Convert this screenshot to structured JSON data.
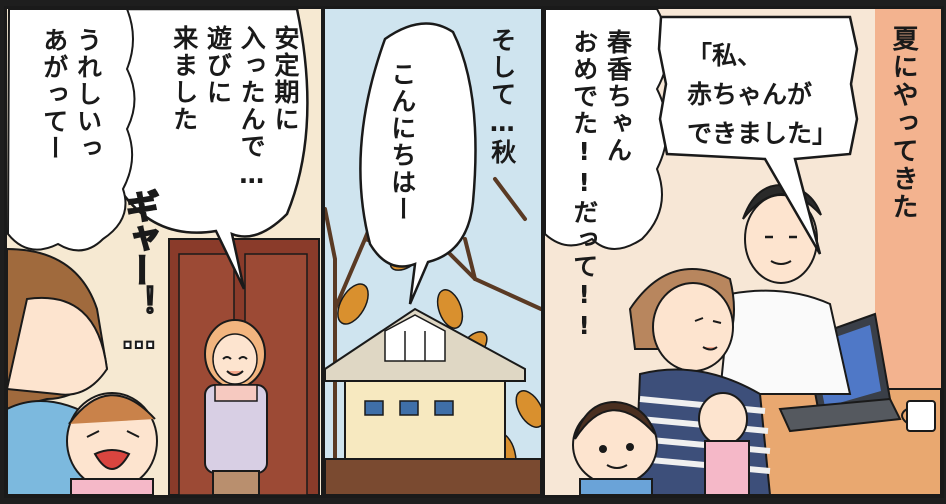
{
  "panels": {
    "left": {
      "bubble_text": "安定期に\n入ったんで…\n遊びに\n来ました",
      "thought_text": "うれしいっ\nあがってー",
      "sfx_text": "ギャー！…"
    },
    "middle": {
      "bubble_text": "こんにちはー",
      "narration_text": "そして…秋"
    },
    "right": {
      "bubble_text": "「私、\n赤ちゃんが\nできました」",
      "narration_text": "夏にやってきた",
      "thought_text": "春香ちゃん\nおめでた!!だって!!"
    }
  },
  "colors": {
    "border": "#1a1a1a",
    "sky": "#cfe4ef",
    "warm": "#f6d3b5",
    "peach": "#f3b38f",
    "door": "#8a3b2a",
    "wall": "#f7e9c0"
  }
}
